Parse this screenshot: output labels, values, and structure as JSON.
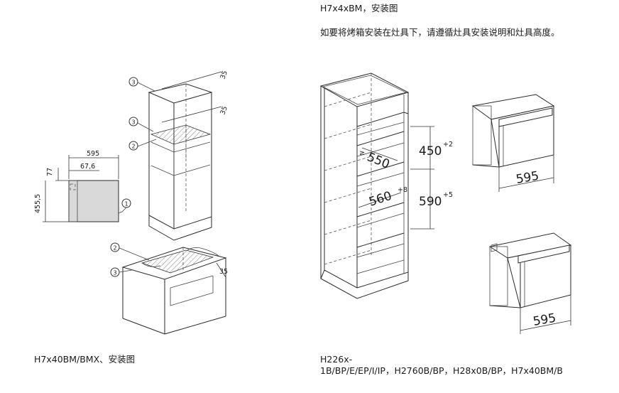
{
  "right_panel": {
    "title": "H7x4xBM，安装图",
    "description": "如要将烤箱安装在灶具下，请遵循灶具安装说明和灶具高度。",
    "caption_line1": "H226x-",
    "caption_line2": "1B/BP/E/EP/I/IP，H2760B/BP，H28x0B/BP，H7x40BM/B",
    "dims": {
      "upper_height": "450",
      "upper_height_tol": "+2",
      "lower_height": "590",
      "lower_height_tol": "+5",
      "width": "560",
      "width_tol": "+8",
      "depth": "550",
      "depth_prefix": "≥",
      "oven_small_width": "595",
      "oven_large_width": "595"
    }
  },
  "left_panel": {
    "caption": "H7x40BM/BMX、安装图",
    "dims": {
      "front_width": "595",
      "panel_depth": "67,6",
      "top_offset": "77",
      "front_height": "455,5",
      "clearance_1": "35",
      "clearance_2": "35",
      "clearance_3": "35"
    },
    "callouts": [
      "1",
      "2",
      "3"
    ]
  }
}
